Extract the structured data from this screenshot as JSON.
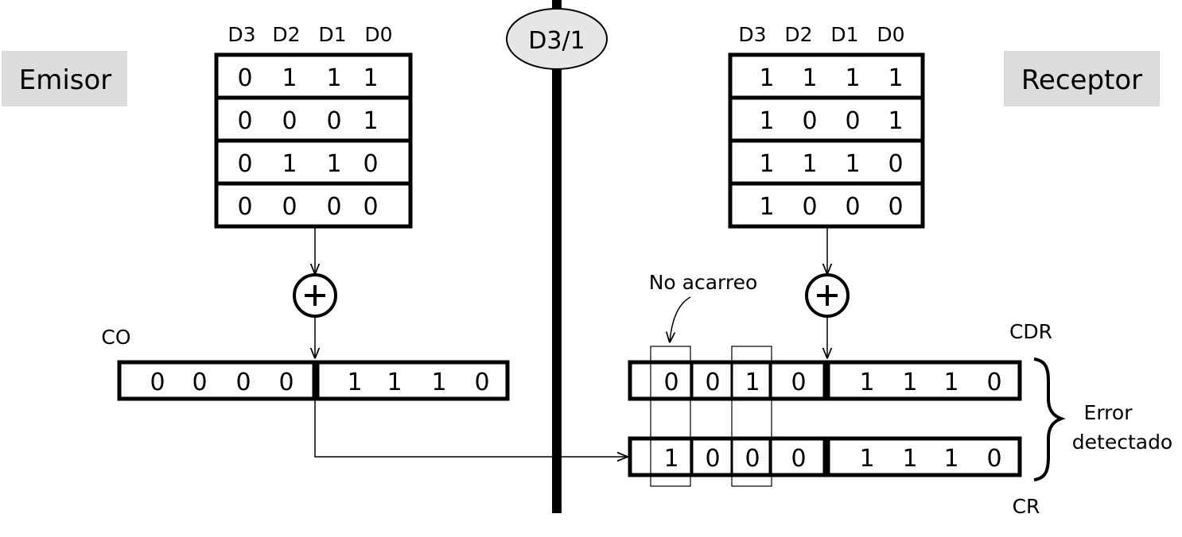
{
  "emitter": {
    "label": "Emisor",
    "col_headers": [
      "D3",
      "D2",
      "D1",
      "D0"
    ],
    "rows": [
      [
        "0",
        "1",
        "1",
        "1"
      ],
      [
        "0",
        "0",
        "0",
        "1"
      ],
      [
        "0",
        "1",
        "1",
        "0"
      ],
      [
        "0",
        "0",
        "0",
        "0"
      ]
    ],
    "checksum_label": "CO",
    "checksum_bits": [
      "0",
      "0",
      "0",
      "0",
      "1",
      "1",
      "1",
      "0"
    ]
  },
  "receiver": {
    "label": "Receptor",
    "col_headers": [
      "D3",
      "D2",
      "D1",
      "D0"
    ],
    "rows": [
      [
        "1",
        "1",
        "1",
        "1"
      ],
      [
        "1",
        "0",
        "0",
        "1"
      ],
      [
        "1",
        "1",
        "1",
        "0"
      ],
      [
        "1",
        "0",
        "0",
        "0"
      ]
    ],
    "cdr_label": "CDR",
    "cdr_bits": [
      "0",
      "0",
      "1",
      "0",
      "1",
      "1",
      "1",
      "0"
    ],
    "cr_label": "CR",
    "cr_bits": [
      "1",
      "0",
      "0",
      "0",
      "1",
      "1",
      "1",
      "0"
    ],
    "no_carry_label": "No acarreo",
    "error_label_line1": "Error",
    "error_label_line2": "detectado"
  },
  "channel": {
    "label": "D3/1"
  },
  "adder_symbol": "+",
  "colors": {
    "side_label_bg": "#dcdcdc",
    "channel_node_fill": "#e6e6e6"
  }
}
